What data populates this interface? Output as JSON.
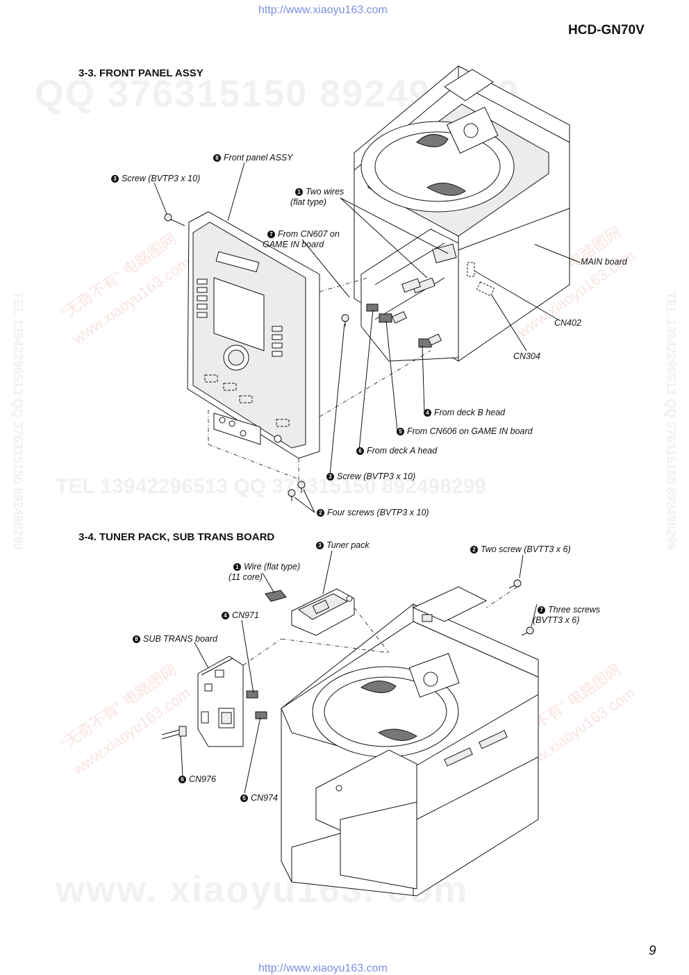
{
  "header": {
    "url_top": "http://www.xiaoyu163.com",
    "model": "HCD-GN70V"
  },
  "footer": {
    "url_bottom": "http://www.xiaoyu163.com",
    "page_number": "9"
  },
  "watermarks": {
    "qq_line": "QQ 376315150   892498299",
    "tel_line": "TEL 13942296513   QQ 376315150   892498299",
    "side_text": "TEL 13942296513   QQ 376315150   892498299",
    "diag_cn": "“无奇不有” 电路图网",
    "diag_url": "www.xiaoyu163.com",
    "bottom_url": "www. xiaoyu163. com"
  },
  "section_3_3": {
    "title": "3-3. FRONT PANEL ASSY",
    "callouts": [
      {
        "num": "8",
        "text": "Front panel ASSY"
      },
      {
        "num": "3",
        "text": "Screw (BVTP3 x 10)"
      },
      {
        "num": "1",
        "text": "Two wires\n(flat type)"
      },
      {
        "num": "7",
        "text": "From CN607 on\nGAME IN board"
      },
      {
        "num": "",
        "text": "MAIN board"
      },
      {
        "num": "",
        "text": "CN402"
      },
      {
        "num": "",
        "text": "CN304"
      },
      {
        "num": "4",
        "text": "From deck B head"
      },
      {
        "num": "5",
        "text": "From CN606 on GAME IN board"
      },
      {
        "num": "6",
        "text": "From deck A head"
      },
      {
        "num": "3",
        "text": "Screw (BVTP3 x 10)"
      },
      {
        "num": "2",
        "text": "Four screws (BVTP3 x 10)"
      }
    ]
  },
  "section_3_4": {
    "title": "3-4. TUNER PACK, SUB TRANS BOARD",
    "callouts": [
      {
        "num": "3",
        "text": "Tuner pack"
      },
      {
        "num": "1",
        "text": "Wire (flat type)\n(11 core)"
      },
      {
        "num": "2",
        "text": "Two screw (BVTT3 x 6)"
      },
      {
        "num": "7",
        "text": "Three screws\n(BVTT3 x 6)"
      },
      {
        "num": "4",
        "text": "CN971"
      },
      {
        "num": "8",
        "text": "SUB TRANS board"
      },
      {
        "num": "6",
        "text": "CN976"
      },
      {
        "num": "5",
        "text": "CN974"
      }
    ]
  }
}
